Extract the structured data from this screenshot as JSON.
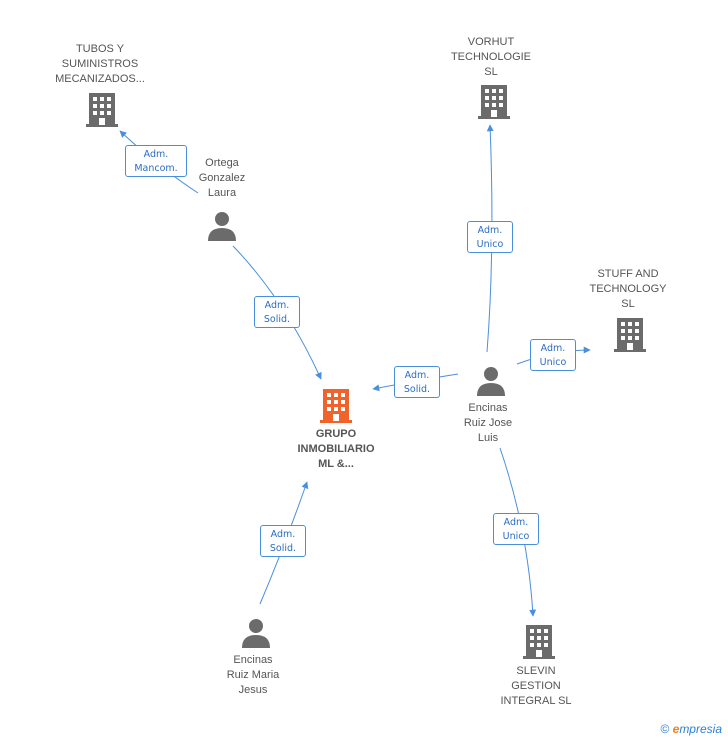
{
  "nodes": {
    "tubos": {
      "lines": [
        "TUBOS Y",
        "SUMINISTROS",
        "MECANIZADOS..."
      ],
      "kind": "company"
    },
    "vorhut": {
      "lines": [
        "VORHUT",
        "TECHNOLOGIE",
        "SL"
      ],
      "kind": "company"
    },
    "stuff": {
      "lines": [
        "STUFF AND",
        "TECHNOLOGY",
        "SL"
      ],
      "kind": "company"
    },
    "grupo": {
      "lines": [
        "GRUPO",
        "INMOBILIARIO",
        "ML &..."
      ],
      "kind": "company-main"
    },
    "slevin": {
      "lines": [
        "SLEVIN",
        "GESTION",
        "INTEGRAL SL"
      ],
      "kind": "company"
    },
    "ortega": {
      "lines": [
        "Ortega",
        "Gonzalez",
        "Laura"
      ],
      "kind": "person"
    },
    "encinas_jose": {
      "lines": [
        "Encinas",
        "Ruiz Jose",
        "Luis"
      ],
      "kind": "person"
    },
    "encinas_maria": {
      "lines": [
        "Encinas",
        "Ruiz Maria",
        "Jesus"
      ],
      "kind": "person"
    }
  },
  "edges": {
    "ortega_tubos": [
      "Adm.",
      "Mancom."
    ],
    "ortega_grupo": [
      "Adm.",
      "Solid."
    ],
    "jose_grupo": [
      "Adm.",
      "Solid."
    ],
    "jose_vorhut": [
      "Adm.",
      "Unico"
    ],
    "jose_stuff": [
      "Adm.",
      "Unico"
    ],
    "jose_slevin": [
      "Adm.",
      "Unico"
    ],
    "maria_grupo": [
      "Adm.",
      "Solid."
    ]
  },
  "colors": {
    "edge": "#4a8fdc",
    "company_icon": "#6b6b6b",
    "main_icon": "#f0632b",
    "person_icon": "#6b6b6b"
  },
  "footer": {
    "copyright": "©",
    "brand_first": "e",
    "brand_rest": "mpresia"
  }
}
